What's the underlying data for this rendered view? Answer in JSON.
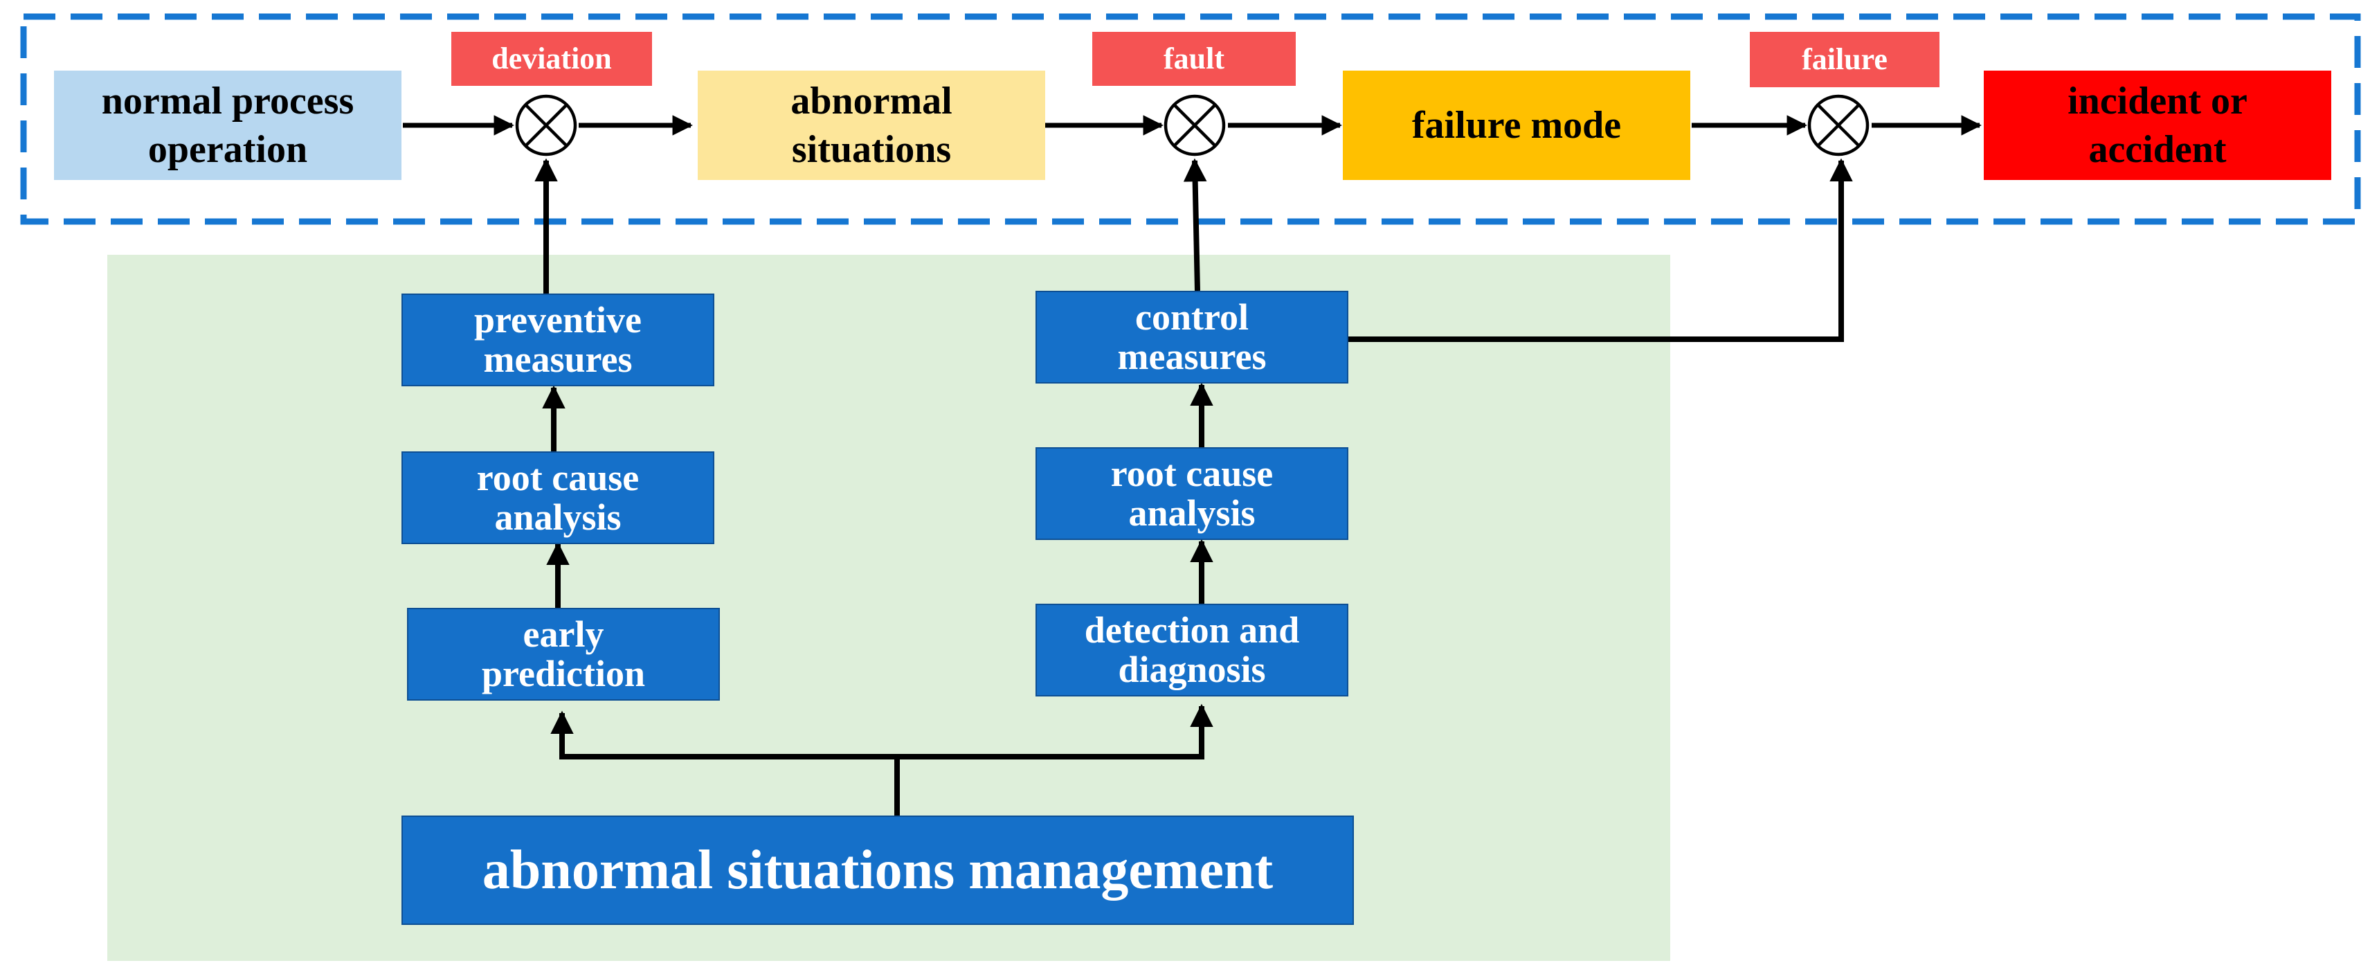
{
  "process_chain": {
    "normal": {
      "label": "normal process\noperation",
      "color": "#b7d7f0"
    },
    "abnormal": {
      "label": "abnormal\nsituations",
      "color": "#fde69a"
    },
    "failure_mode": {
      "label": "failure mode",
      "color": "#ffc000"
    },
    "incident": {
      "label": "incident or\naccident",
      "color": "#ff0000"
    }
  },
  "events": {
    "deviation": "deviation",
    "fault": "fault",
    "failure": "failure"
  },
  "management": {
    "title": "abnormal situations management",
    "left_branch": {
      "preventive": "preventive\nmeasures",
      "root_cause": "root cause\nanalysis",
      "prediction": "early\nprediction"
    },
    "right_branch": {
      "control": "control\nmeasures",
      "root_cause": "root cause\nanalysis",
      "detection": "detection and\ndiagnosis"
    }
  },
  "colors": {
    "dashed_border": "#1677d2",
    "panel": "#deefda",
    "node_blue": "#1570c9",
    "event_tag": "#f55353"
  }
}
